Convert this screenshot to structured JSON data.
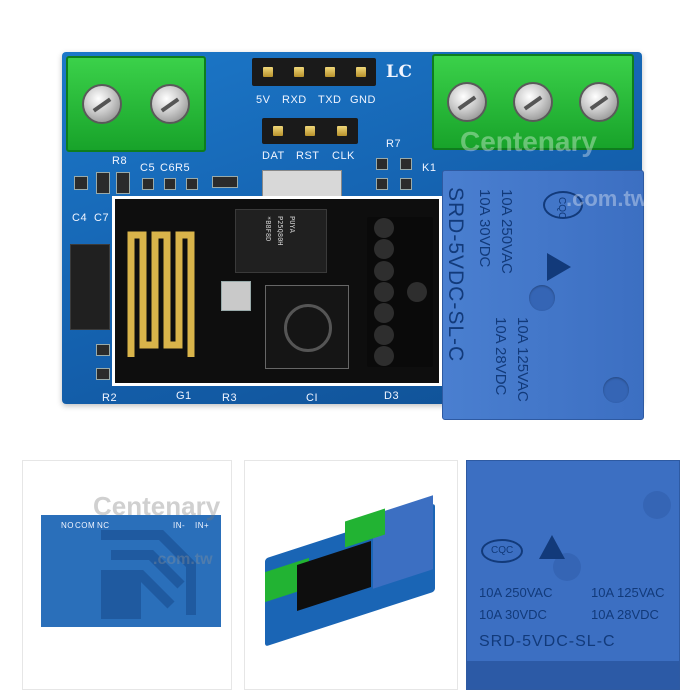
{
  "main": {
    "header_top_labels": [
      "5V",
      "RXD",
      "TXD",
      "GND"
    ],
    "header_bottom_labels": [
      "DAT",
      "RST",
      "CLK"
    ],
    "lc_label": "LC",
    "component_labels": {
      "r8": "R8",
      "c5": "C5",
      "c6r5": "C6R5",
      "c4": "C4",
      "c7": "C7",
      "r7": "R7",
      "k1": "K1",
      "r2": "R2",
      "g1": "G1",
      "r3": "R3",
      "ci": "CI",
      "d3": "D3"
    },
    "flash_chip_text": [
      "PUYA",
      "P25Q80H",
      "*B8F8D"
    ],
    "relay_text": {
      "model": "SRD-5VDC-SL-C",
      "rating_ac_1": "10A 250VAC",
      "rating_dc_1": "10A 30VDC",
      "rating_ac_2": "10A 125VAC",
      "rating_dc_2": "10A 28VDC",
      "cert": "CQC"
    },
    "watermark": "Centenary",
    "watermark_url": ".com.tw"
  },
  "thumb1": {
    "labels": [
      "NO",
      "COM",
      "NC",
      "IN-",
      "IN+"
    ],
    "watermark": "Centenary",
    "watermark_url": ".com.tw"
  },
  "thumb3": {
    "cert": "CQC",
    "rating_ac_1": "10A 250VAC",
    "rating_dc_1": "10A 30VDC",
    "rating_ac_2": "10A 125VAC",
    "rating_dc_2": "10A 28VDC",
    "model": "SRD-5VDC-SL-C"
  },
  "colors": {
    "pcb_blue": "#1460ad",
    "terminal_green": "#18a32a",
    "relay_blue": "#3c6fc2"
  }
}
